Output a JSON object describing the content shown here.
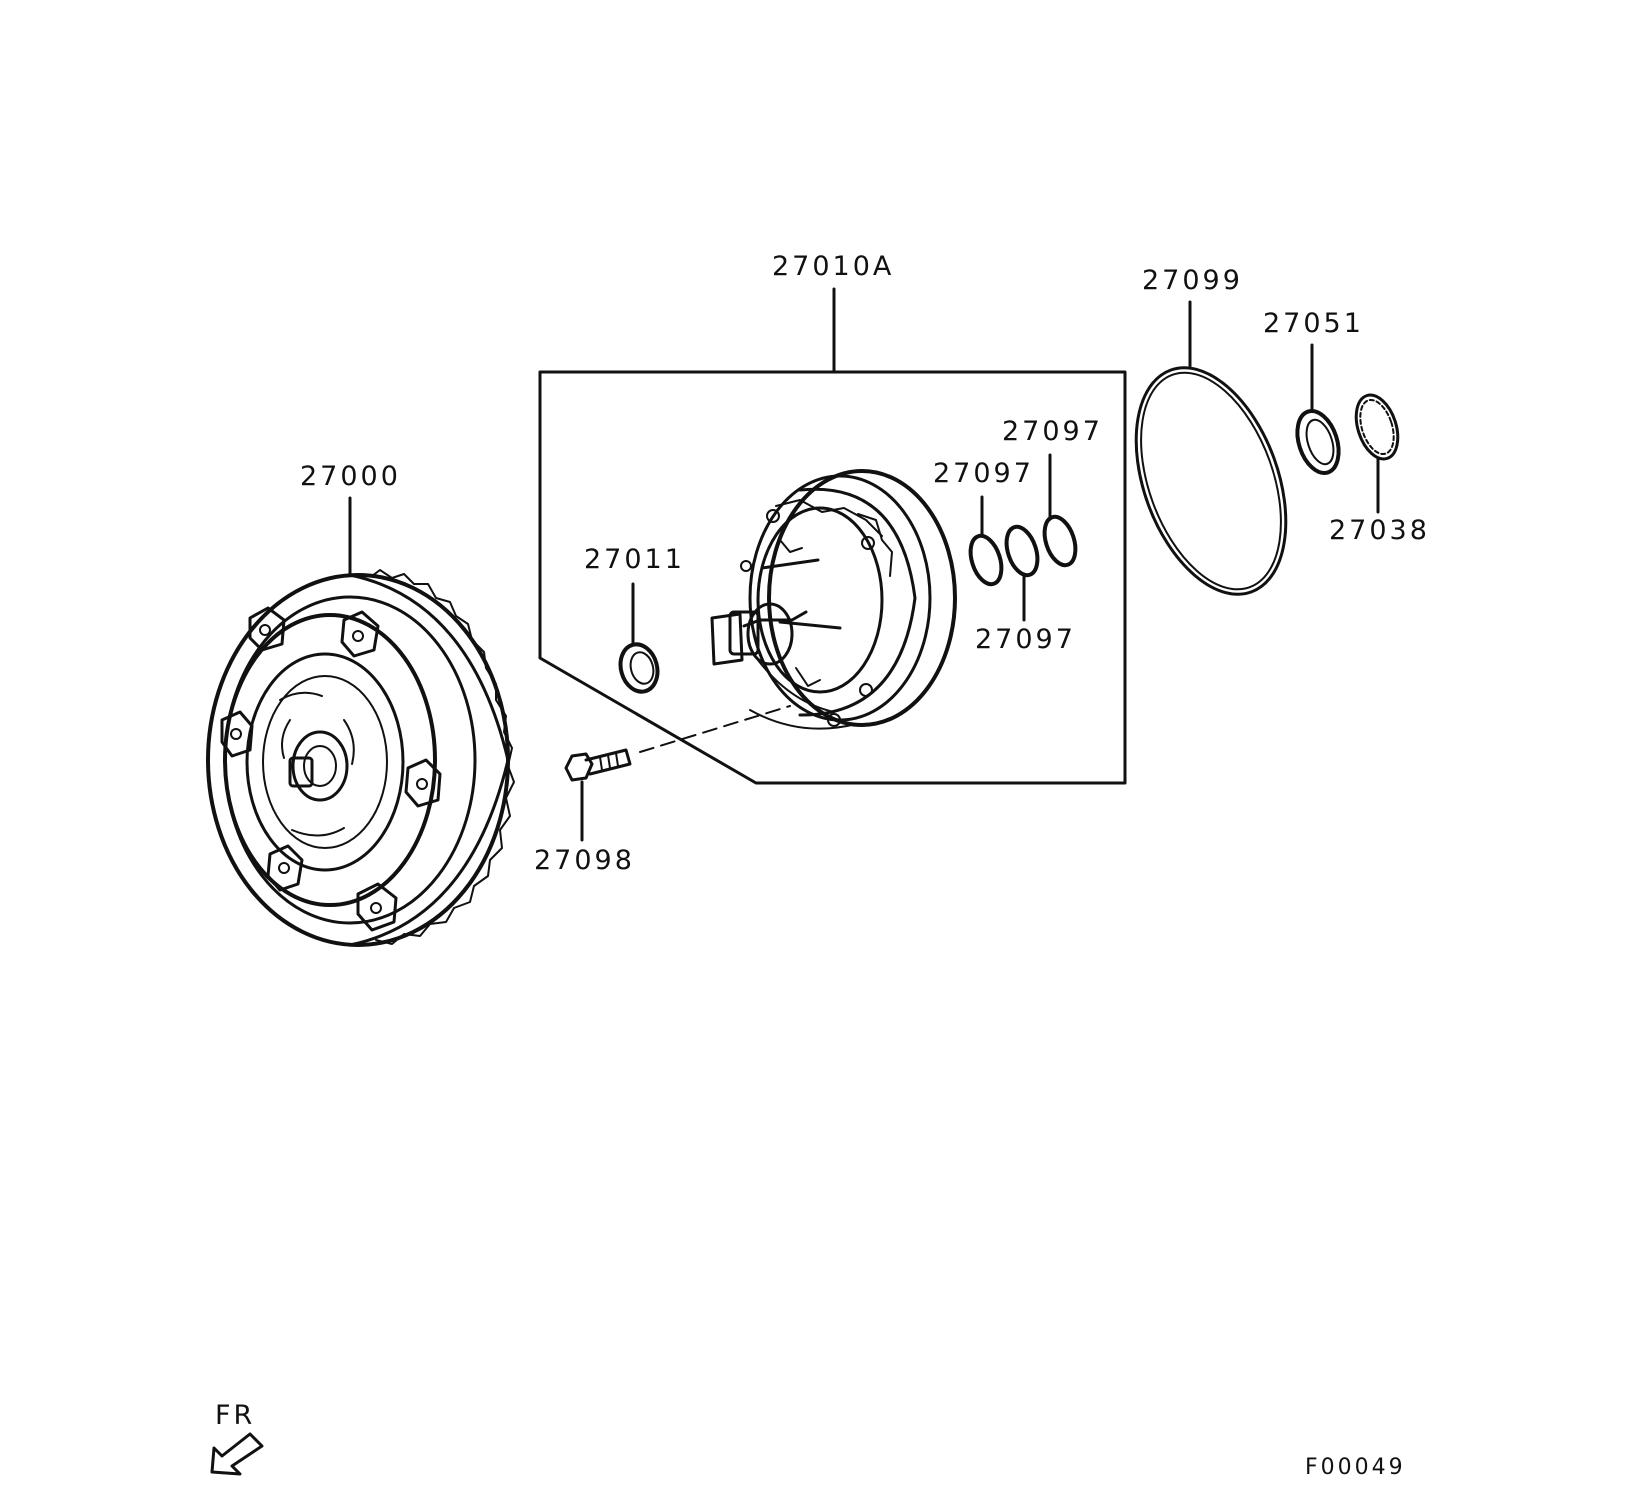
{
  "callouts": {
    "torque_converter": "27000",
    "oil_pump_assy": "27010A",
    "oil_seal": "27011",
    "seal_ring_top": "27097",
    "seal_ring_mid": "27097",
    "seal_ring_bottom": "27097",
    "o_ring": "27099",
    "washer": "27051",
    "thrust_washer": "27038",
    "bolt": "27098"
  },
  "direction_label": "FR",
  "figure_code": "F00049"
}
